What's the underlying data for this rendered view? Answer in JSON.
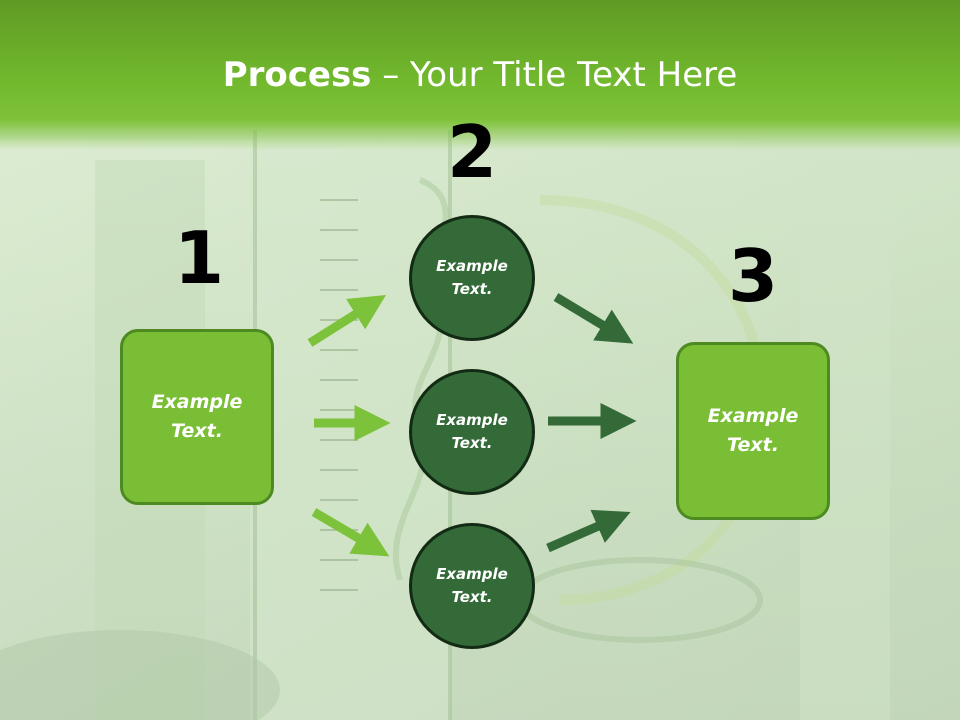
{
  "slide": {
    "title_bold": "Process",
    "title_rest": " – Your Title Text Here"
  },
  "steps": {
    "one": {
      "number": "1",
      "text": "Example\nText."
    },
    "two": {
      "number": "2"
    },
    "three": {
      "number": "3",
      "text": "Example\nText."
    }
  },
  "circles": [
    {
      "text": "Example\nText."
    },
    {
      "text": "Example\nText."
    },
    {
      "text": "Example\nText."
    }
  ],
  "colors": {
    "light_green": "#79be34",
    "dark_green": "#336a38",
    "header_green": "#72b92d"
  }
}
